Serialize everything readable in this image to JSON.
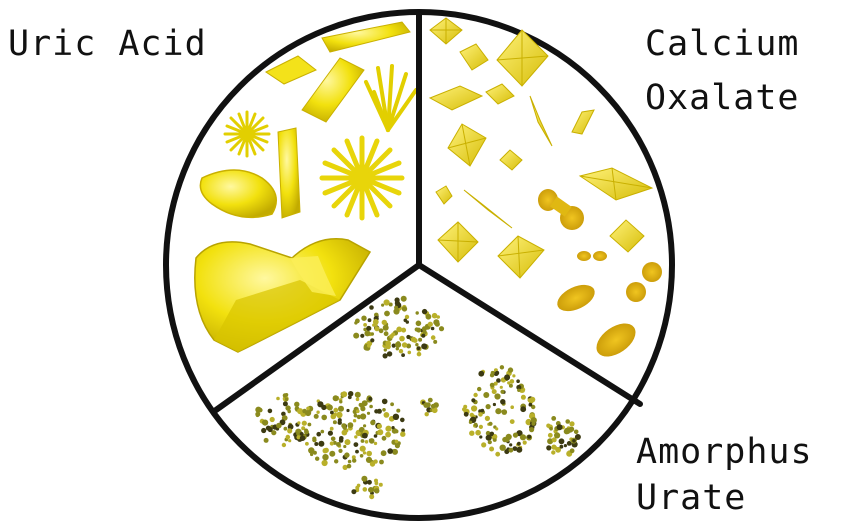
{
  "labels": {
    "uric_acid": "Uric Acid",
    "calcium_oxalate_line1": "Calcium",
    "calcium_oxalate_line2": "Oxalate",
    "amorphous_urate_line1": "Amorphus",
    "amorphous_urate_line2": "Urate"
  },
  "colors": {
    "crystal_fill": "#f2e10e",
    "crystal_light": "#fbf46a",
    "crystal_dark": "#b8a300",
    "amorphous_dot": "#8a8a1e",
    "amorphous_dark": "#3c3a12",
    "outline": "#111111"
  },
  "icons": {
    "uric_acid_sector": "uric-acid-crystals-icon",
    "calcium_oxalate_sector": "calcium-oxalate-crystals-icon",
    "amorphous_urate_sector": "amorphous-urate-granules-icon"
  }
}
